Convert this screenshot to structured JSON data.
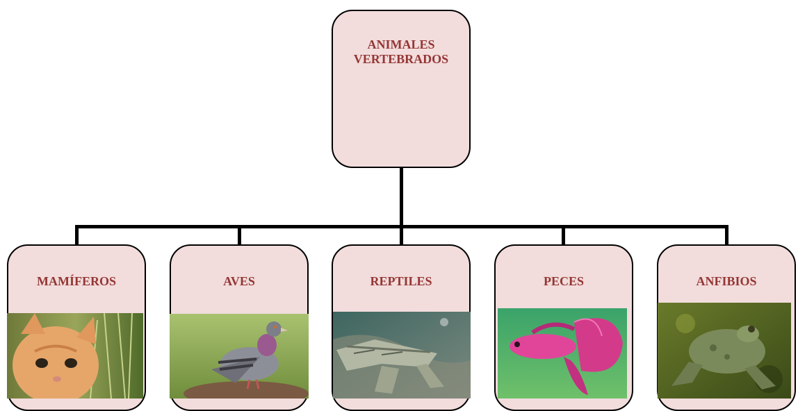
{
  "diagram": {
    "root": {
      "label": "ANIMALES VERTEBRADOS"
    },
    "children": [
      {
        "label": "MAMÍFEROS",
        "image": "kitten-photo"
      },
      {
        "label": "AVES",
        "image": "pigeon-photo"
      },
      {
        "label": "REPTILES",
        "image": "crocodile-photo"
      },
      {
        "label": "PECES",
        "image": "betta-fish-photo"
      },
      {
        "label": "ANFIBIOS",
        "image": "frog-photo"
      }
    ]
  },
  "colors": {
    "box_fill": "#f2dcdc",
    "label_text": "#943634",
    "connector": "#000000"
  }
}
